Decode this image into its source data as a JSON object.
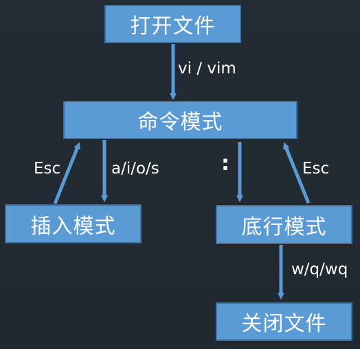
{
  "nodes": {
    "open_file": "打开文件",
    "command_mode": "命令模式",
    "insert_mode": "插入模式",
    "last_line_mode": "底行模式",
    "close_file": "关闭文件"
  },
  "edges": {
    "open_to_command": "vi / vim",
    "insert_to_command": "Esc",
    "command_to_insert": "a/i/o/s",
    "command_to_last_line": ":",
    "last_line_to_command": "Esc",
    "last_line_to_close": "w/q/wq"
  },
  "colors": {
    "background": "#222a33",
    "node_fill": "#5b9bd5",
    "node_border": "#41719c",
    "arrow": "#5b9bd5",
    "text": "#ffffff"
  }
}
